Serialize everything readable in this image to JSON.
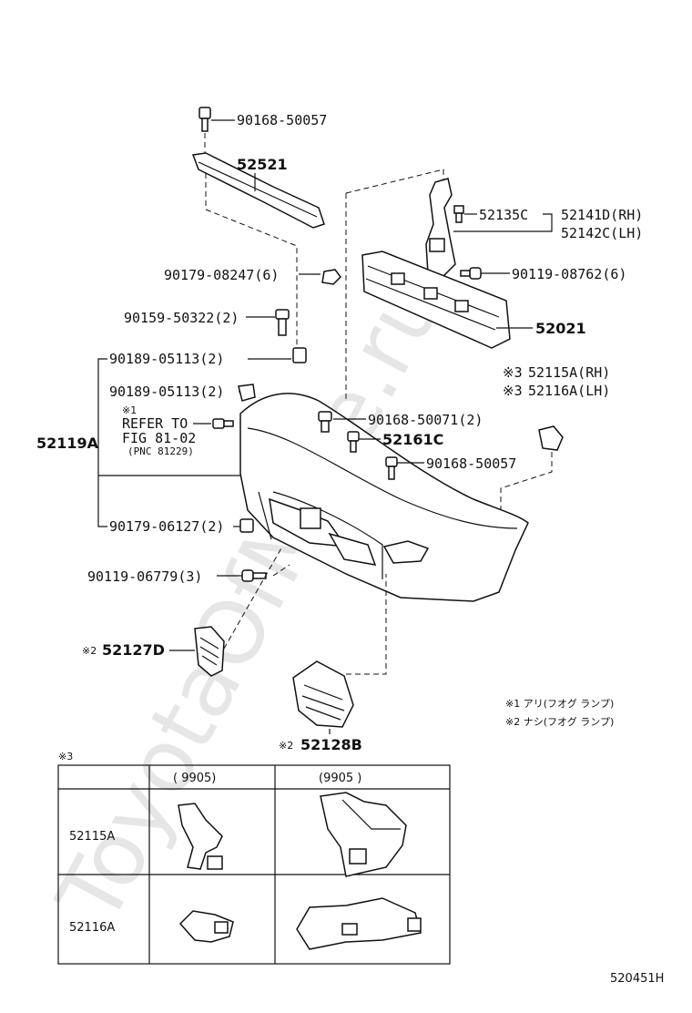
{
  "watermark": "ToyotaOfMine.ru",
  "labels": {
    "bolt_top": "90168-50057",
    "reinforcement": "52521",
    "bolt_c": "52135C",
    "bracket_rh": "52141D(RH)",
    "bracket_lh": "52142C(LH)",
    "nut_left": "90179-08247(6)",
    "bolt_right": "90119-08762(6)",
    "bolt_5032": "90159-50322(2)",
    "absorber": "52021",
    "clip1": "90189-05113(2)",
    "clip2": "90189-05113(2)",
    "retainer_rh": "52115A(RH)",
    "retainer_lh": "52116A(LH)",
    "note1_mark": "※1",
    "refer_to": "REFER TO",
    "fig": "FIG 81-02",
    "pnc": "(PNC 81229)",
    "bumper_cover": "52119A",
    "screw_0071": "90168-50071(2)",
    "part_52161c": "52161C",
    "screw_0057": "90168-50057",
    "nut_0612": "90179-06127(2)",
    "bolt_0677": "90119-06779(3)",
    "mark2": "※2",
    "grille_l": "52127D",
    "grille_r": "52128B",
    "mark3": "※3",
    "legend1": "※1 アリ(フオグ ランプ)",
    "legend2": "※2 ナシ(フオグ ランプ)",
    "diagram_id": "520451H"
  },
  "table": {
    "mark": "※3",
    "col1": "(        9905)",
    "col2": "(9905         )",
    "row1": "52115A",
    "row2": "52116A"
  }
}
